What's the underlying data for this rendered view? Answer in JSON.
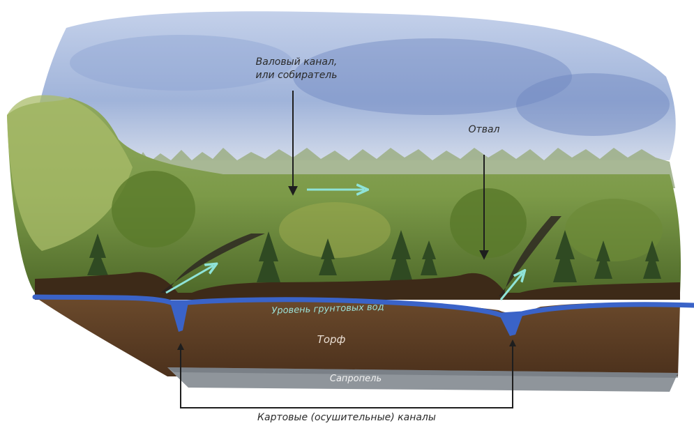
{
  "labels": {
    "collector_line1": "Валовый канал,",
    "collector_line2": "или собиратель",
    "dump": "Отвал",
    "groundwater": "Уровень грунтовых вод",
    "peat": "Торф",
    "sapropel": "Сапропель",
    "drainage_channels": "Картовые (осушительные) каналы"
  },
  "colors": {
    "sky": "#7d95c6",
    "forest": "#6f8c3f",
    "forest_dark": "#2f4a22",
    "peat": "#5a3b22",
    "sapropel": "#8f959b",
    "groundwater": "#3a63c8",
    "flow_arrow": "#8fe3d8",
    "pointer": "#1e1e1e"
  }
}
